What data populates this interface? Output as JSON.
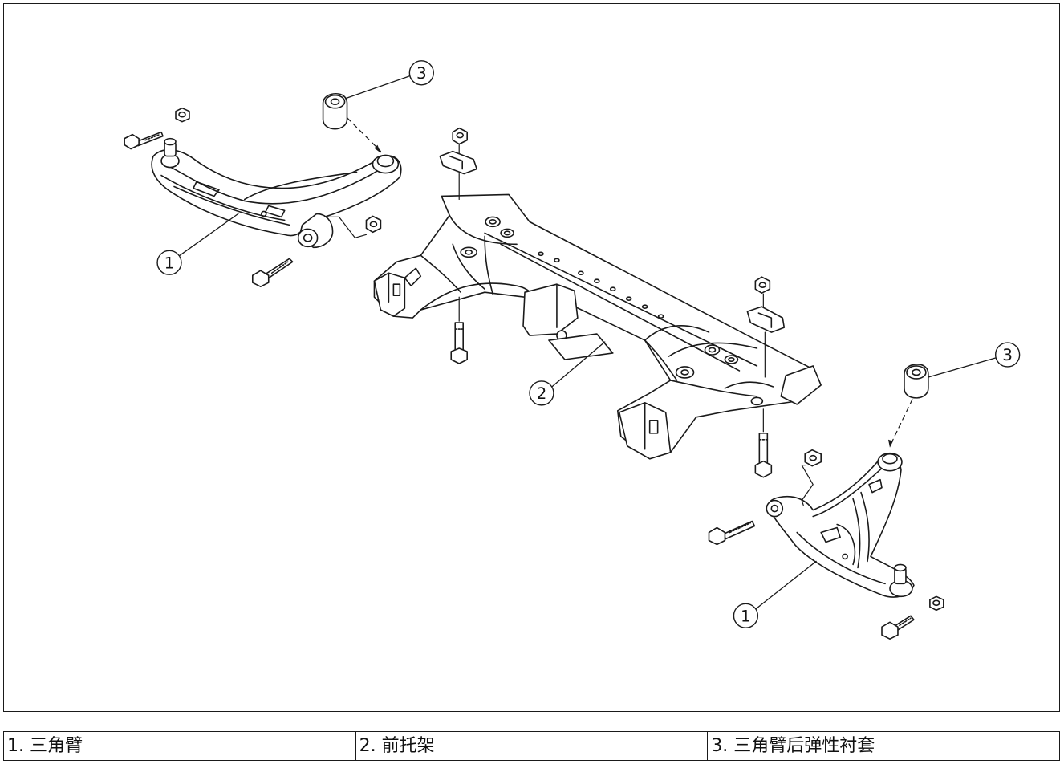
{
  "callouts": [
    {
      "id": "callout-3-left",
      "label": "3"
    },
    {
      "id": "callout-1-left",
      "label": "1"
    },
    {
      "id": "callout-2",
      "label": "2"
    },
    {
      "id": "callout-3-right",
      "label": "3"
    },
    {
      "id": "callout-1-right",
      "label": "1"
    }
  ],
  "legend": [
    {
      "text": "1. 三角臂"
    },
    {
      "text": "2. 前托架"
    },
    {
      "text": "3. 三角臂后弹性衬套"
    }
  ]
}
